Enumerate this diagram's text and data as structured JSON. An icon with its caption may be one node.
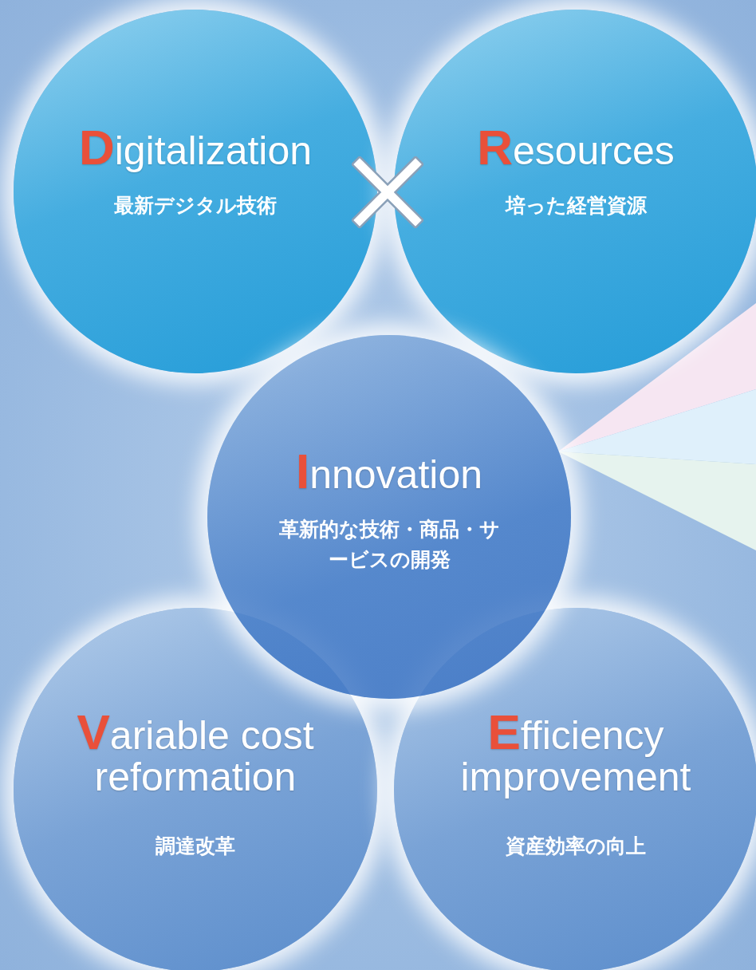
{
  "diagram": {
    "nodes": [
      {
        "text": [
          "Digitalization",
          "最新デジタル技術"
        ]
      },
      {
        "text": [
          "Resources",
          "培った経営資源"
        ]
      },
      {
        "text": [
          "Innovation",
          "革新的な技術・商品・サービスの開発"
        ]
      },
      {
        "text": [
          "Variable cost reformation",
          "調達改革"
        ]
      },
      {
        "text": [
          "Efficiency improvement",
          "資産効率の向上"
        ]
      }
    ]
  }
}
